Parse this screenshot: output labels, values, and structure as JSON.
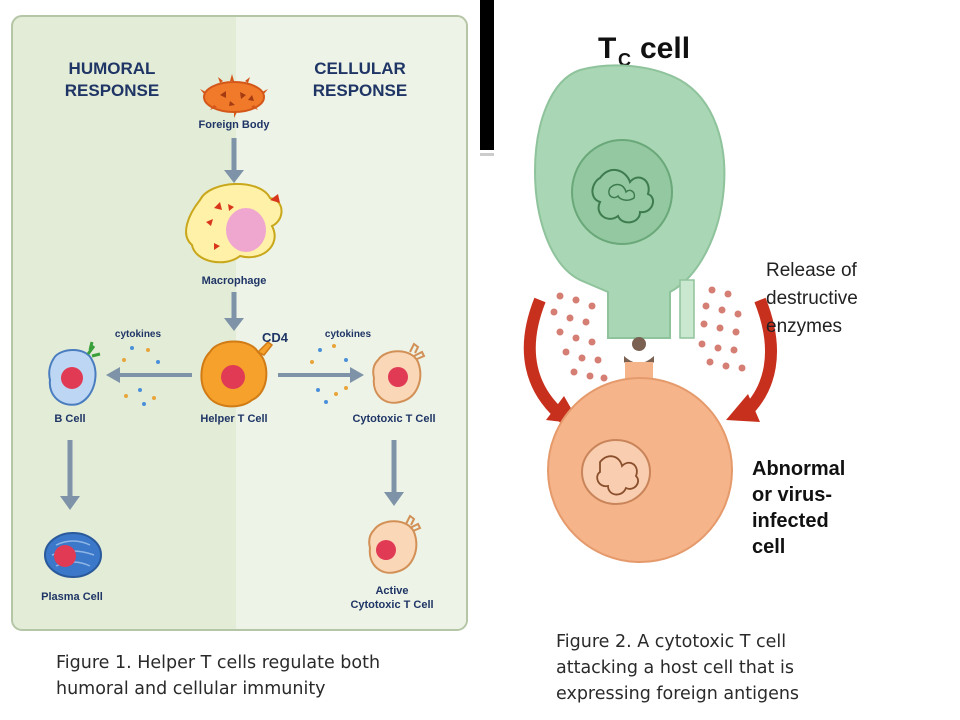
{
  "figure1": {
    "heading_left": [
      "HUMORAL",
      "RESPONSE"
    ],
    "heading_right": [
      "CELLULAR",
      "RESPONSE"
    ],
    "foreign_body": "Foreign Body",
    "macrophage": "Macrophage",
    "cd4": "CD4",
    "cytokines_left": "cytokines",
    "cytokines_right": "cytokines",
    "b_cell": "B Cell",
    "helper_t_cell": "Helper T Cell",
    "cytotoxic_t_cell": "Cytotoxic T Cell",
    "plasma_cell": "Plasma Cell",
    "active_cytotoxic": [
      "Active",
      "Cytotoxic T Cell"
    ],
    "caption": [
      "Figure 1. Helper T cells regulate both",
      "humoral and cellular immunity"
    ]
  },
  "figure2": {
    "title_main": "T",
    "title_sub": "C",
    "title_rest": "cell",
    "release_label": [
      "Release of",
      "destructive",
      "enzymes"
    ],
    "target_label": [
      "Abnormal",
      "or virus-",
      "infected",
      "cell"
    ],
    "caption": [
      "Figure 2. A cytotoxic T cell",
      "attacking a host cell that is",
      "expressing foreign antigens"
    ]
  },
  "colors": {
    "panel_left": "#e3ecd7",
    "panel_right": "#edf3e6",
    "panel_border": "#b5c6a6",
    "heading": "#1f3566",
    "tcell_green": "#a9d6b4",
    "host_orange": "#f6b48a",
    "arrow_red": "#c8301e",
    "enzyme_dot": "#d47e74"
  }
}
